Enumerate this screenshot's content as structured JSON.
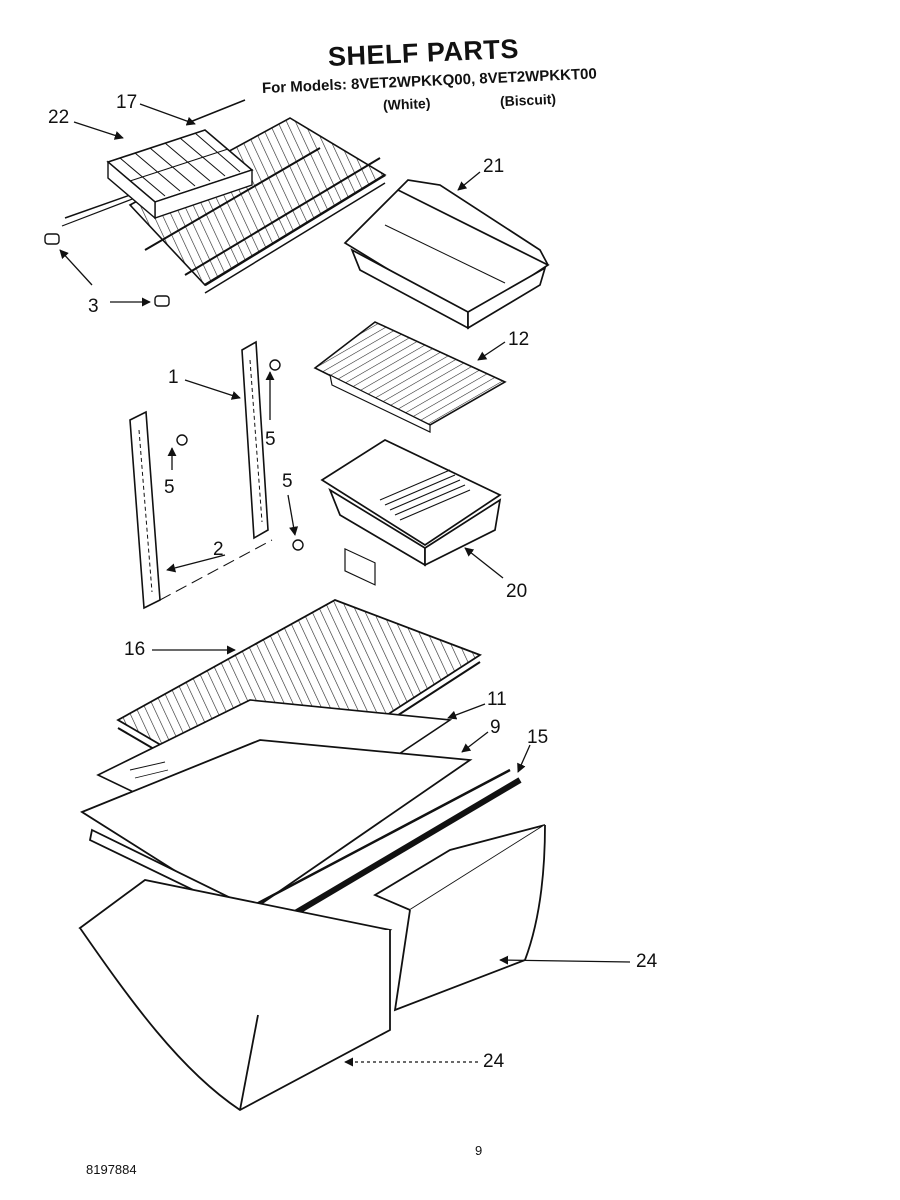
{
  "title": "SHELF PARTS",
  "models_line": "For Models: 8VET2WPKKQ00, 8VET2WPKKT00",
  "variant_white": "(White)",
  "variant_biscuit": "(Biscuit)",
  "callouts": {
    "c22": "22",
    "c17": "17",
    "c21": "21",
    "c3": "3",
    "c1": "1",
    "c12": "12",
    "c5a": "5",
    "c5b": "5",
    "c5c": "5",
    "c2": "2",
    "c20": "20",
    "c16": "16",
    "c11": "11",
    "c9": "9",
    "c15": "15",
    "c24a": "24",
    "c24b": "24"
  },
  "page_number": "9",
  "document_number": "8197884"
}
